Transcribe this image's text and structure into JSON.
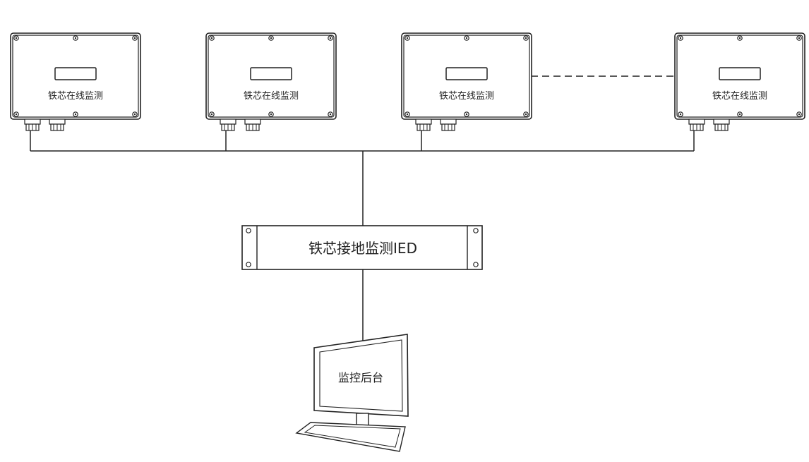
{
  "devices": [
    {
      "label": "铁芯在线监测"
    },
    {
      "label": "铁芯在线监测"
    },
    {
      "label": "铁芯在线监测"
    },
    {
      "label": "铁芯在线监测"
    }
  ],
  "ied": {
    "label": "铁芯接地监测IED"
  },
  "monitor": {
    "label": "监控后台"
  },
  "colors": {
    "line": "#222222",
    "background": "#ffffff"
  }
}
